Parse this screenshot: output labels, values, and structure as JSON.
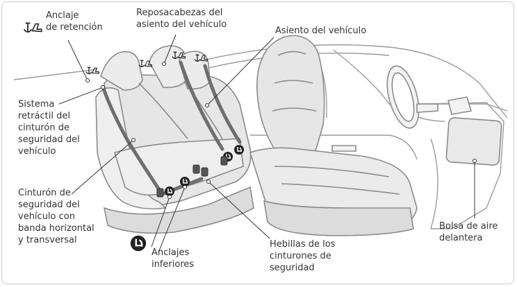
{
  "labels": {
    "anclaje_retencion": [
      "Anclaje",
      "de retención"
    ],
    "reposacabezas": [
      "Reposacabezas del",
      "asiento del vehículo"
    ],
    "asiento": [
      "Asiento del vehículo"
    ],
    "sistema_retractil": [
      "Sistema",
      "retráctil del",
      "cinturón de",
      "seguridad del",
      "vehículo"
    ],
    "cinturon_banda": [
      "Cinturón de",
      "seguridad del",
      "vehículo con",
      "banda horizontal",
      "y transversal"
    ],
    "anclajes_inferiores": [
      "Anclajes",
      "inferiores"
    ],
    "hebillas": [
      "Hebillas de los",
      "cinturones de",
      "seguridad"
    ],
    "bolsa_aire": [
      "Bolsa de aire",
      "delantera"
    ]
  },
  "icons": {
    "tether": "tether-anchor-icon",
    "lower_anchor": "lower-anchor-icon"
  },
  "colors": {
    "outline": "#8a8a8a",
    "seat_fill": "#e6e6e6",
    "belt": "#6e6e6e",
    "text": "#333333",
    "frame": "#c9c9c9"
  }
}
